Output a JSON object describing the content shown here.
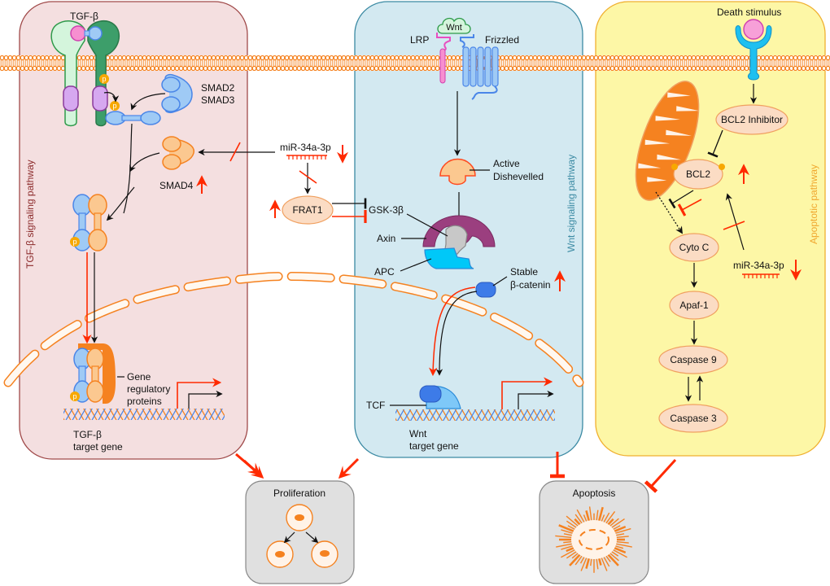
{
  "colors": {
    "tgf_panel_fill": "#f4dfe0",
    "tgf_panel_stroke": "#a04a4a",
    "tgf_pathway_label": "#8b2a2a",
    "wnt_panel_fill": "#d3e9f1",
    "wnt_panel_stroke": "#3b8aa3",
    "wnt_pathway_label": "#3b8aa3",
    "apop_panel_fill": "#fdf7a6",
    "apop_panel_stroke": "#f0b030",
    "apop_pathway_label": "#f0a830",
    "membrane": "#f58220",
    "node_fill": "#fbdcc4",
    "node_stroke": "#f0a060",
    "up_down_arrow": "#ff2a00",
    "outcome_fill": "#e0e0e0",
    "outcome_stroke": "#888888"
  },
  "panels": {
    "tgf": {
      "pathway_label": "TGF-β signaling pathway"
    },
    "wnt": {
      "pathway_label": "Wnt signaling pathway"
    },
    "apoptotic": {
      "pathway_label": "Apoptotic pathway"
    }
  },
  "tgf": {
    "ligand": "TGF-β",
    "smad23_line1": "SMAD2",
    "smad23_line2": "SMAD3",
    "smad4": "SMAD4",
    "smad4_change": "up",
    "phospho": "p",
    "gene_reg_line1": "Gene",
    "gene_reg_line2": "regulatory",
    "gene_reg_line3": "proteins",
    "target_line1": "TGF-β",
    "target_line2": "target gene"
  },
  "middle": {
    "mirna": "miR-34a-3p",
    "mirna_change": "down",
    "frat1": "FRAT1",
    "frat1_change": "up"
  },
  "wnt": {
    "ligand": "Wnt",
    "lrp": "LRP",
    "frizzled": "Frizzled",
    "dishevelled_line1": "Active",
    "dishevelled_line2": "Dishevelled",
    "gsk": "GSK-3β",
    "axin": "Axin",
    "apc": "APC",
    "catenin_line1": "Stable",
    "catenin_line2": "β-catenin",
    "catenin_change": "up",
    "tcf": "TCF",
    "target_line1": "Wnt",
    "target_line2": "target gene"
  },
  "apoptotic": {
    "stimulus": "Death stimulus",
    "bcl2_inhibitor": "BCL2 Inhibitor",
    "bcl2": "BCL2",
    "bcl2_change": "up",
    "cyto_c": "Cyto C",
    "mirna": "miR-34a-3p",
    "mirna_change": "down",
    "apaf1": "Apaf-1",
    "casp9": "Caspase 9",
    "casp3": "Caspase 3"
  },
  "outcomes": {
    "proliferation": "Proliferation",
    "apoptosis": "Apoptosis"
  }
}
